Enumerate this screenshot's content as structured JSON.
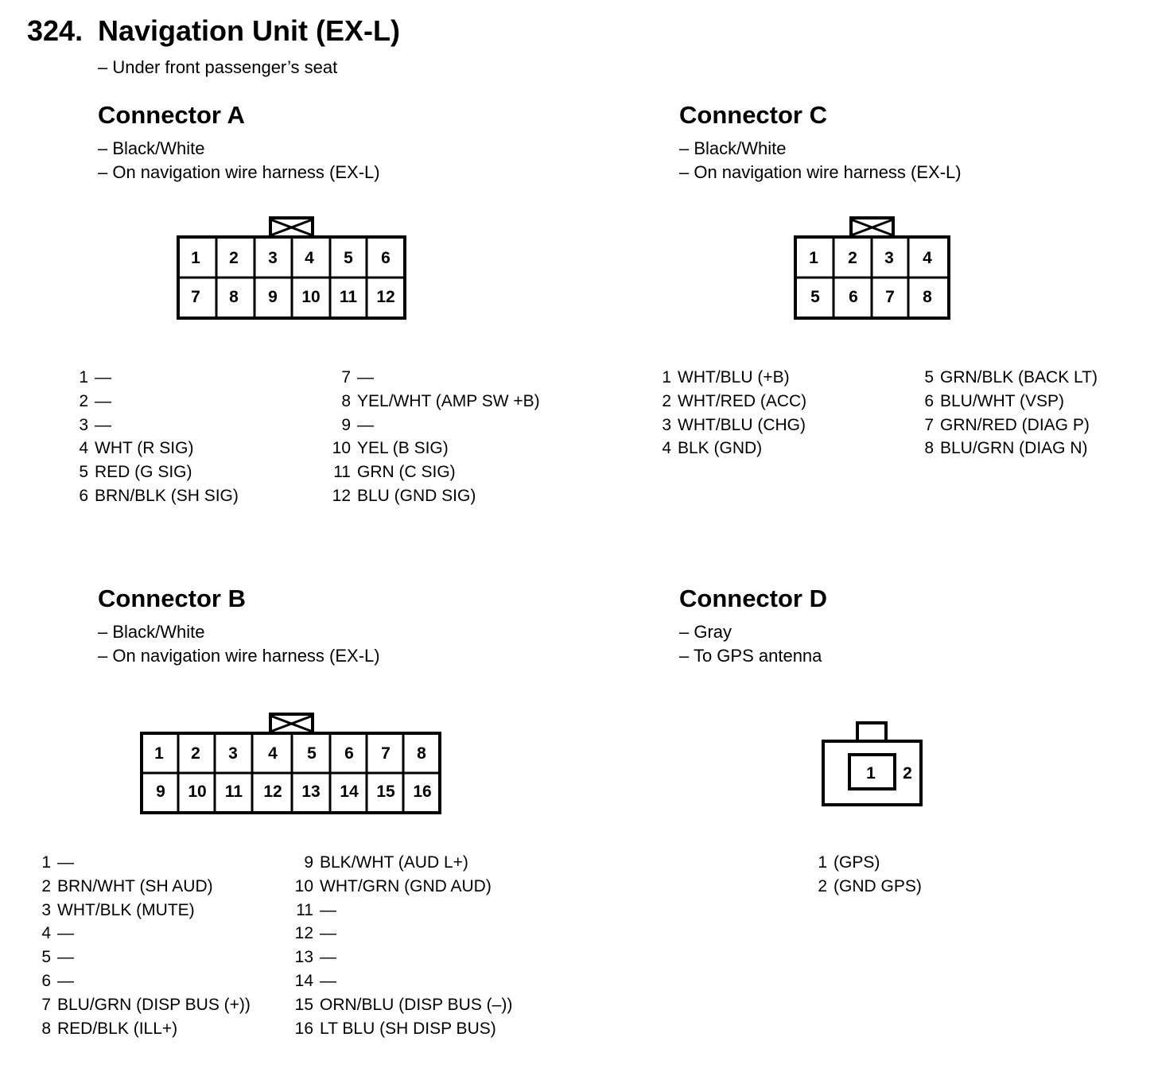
{
  "page": {
    "number": "324.",
    "title": "Navigation Unit (EX-L)",
    "location": "– Under front passenger’s seat"
  },
  "connectors": [
    {
      "key": "a",
      "heading": "Connector A",
      "color": "– Black/White",
      "location": "– On navigation wire harness (EX-L)",
      "face_top": [
        "1",
        "2",
        "3",
        "4",
        "5",
        "6"
      ],
      "face_bottom": [
        "7",
        "8",
        "9",
        "10",
        "11",
        "12"
      ],
      "pins_left": [
        {
          "num": "1",
          "wire": "—"
        },
        {
          "num": "2",
          "wire": "—"
        },
        {
          "num": "3",
          "wire": "—"
        },
        {
          "num": "4",
          "wire": "WHT (R SIG)"
        },
        {
          "num": "5",
          "wire": "RED (G SIG)"
        },
        {
          "num": "6",
          "wire": "BRN/BLK (SH SIG)"
        }
      ],
      "pins_right": [
        {
          "num": "7",
          "wire": "—"
        },
        {
          "num": "8",
          "wire": "YEL/WHT (AMP SW +B)"
        },
        {
          "num": "9",
          "wire": "—"
        },
        {
          "num": "10",
          "wire": "YEL (B SIG)"
        },
        {
          "num": "11",
          "wire": "GRN (C SIG)"
        },
        {
          "num": "12",
          "wire": "BLU (GND SIG)"
        }
      ]
    },
    {
      "key": "c",
      "heading": "Connector C",
      "color": "– Black/White",
      "location": "– On navigation wire harness (EX-L)",
      "face_top": [
        "1",
        "2",
        "3",
        "4"
      ],
      "face_bottom": [
        "5",
        "6",
        "7",
        "8"
      ],
      "pins_left": [
        {
          "num": "1",
          "wire": "WHT/BLU (+B)"
        },
        {
          "num": "2",
          "wire": "WHT/RED (ACC)"
        },
        {
          "num": "3",
          "wire": "WHT/BLU (CHG)"
        },
        {
          "num": "4",
          "wire": "BLK (GND)"
        }
      ],
      "pins_right": [
        {
          "num": "5",
          "wire": "GRN/BLK (BACK LT)"
        },
        {
          "num": "6",
          "wire": "BLU/WHT (VSP)"
        },
        {
          "num": "7",
          "wire": "GRN/RED (DIAG P)"
        },
        {
          "num": "8",
          "wire": "BLU/GRN (DIAG N)"
        }
      ]
    },
    {
      "key": "b",
      "heading": "Connector B",
      "color": "– Black/White",
      "location": "– On navigation wire harness (EX-L)",
      "face_top": [
        "1",
        "2",
        "3",
        "4",
        "5",
        "6",
        "7",
        "8"
      ],
      "face_bottom": [
        "9",
        "10",
        "11",
        "12",
        "13",
        "14",
        "15",
        "16"
      ],
      "pins_left": [
        {
          "num": "1",
          "wire": "—"
        },
        {
          "num": "2",
          "wire": "BRN/WHT (SH AUD)"
        },
        {
          "num": "3",
          "wire": "WHT/BLK (MUTE)"
        },
        {
          "num": "4",
          "wire": "—"
        },
        {
          "num": "5",
          "wire": "—"
        },
        {
          "num": "6",
          "wire": "—"
        },
        {
          "num": "7",
          "wire": "BLU/GRN (DISP BUS (+))"
        },
        {
          "num": "8",
          "wire": "RED/BLK (ILL+)"
        }
      ],
      "pins_right": [
        {
          "num": "9",
          "wire": "BLK/WHT (AUD L+)"
        },
        {
          "num": "10",
          "wire": "WHT/GRN (GND AUD)"
        },
        {
          "num": "11",
          "wire": "—"
        },
        {
          "num": "12",
          "wire": "—"
        },
        {
          "num": "13",
          "wire": "—"
        },
        {
          "num": "14",
          "wire": "—"
        },
        {
          "num": "15",
          "wire": "ORN/BLU (DISP BUS (–))"
        },
        {
          "num": "16",
          "wire": "LT BLU (SH DISP BUS)"
        }
      ]
    },
    {
      "key": "d",
      "heading": "Connector D",
      "color": "– Gray",
      "location": "– To GPS antenna",
      "face_pins": [
        "1",
        "2"
      ],
      "pins_left": [
        {
          "num": "1",
          "wire": "(GPS)"
        },
        {
          "num": "2",
          "wire": "(GND GPS)"
        }
      ],
      "pins_right": []
    }
  ]
}
